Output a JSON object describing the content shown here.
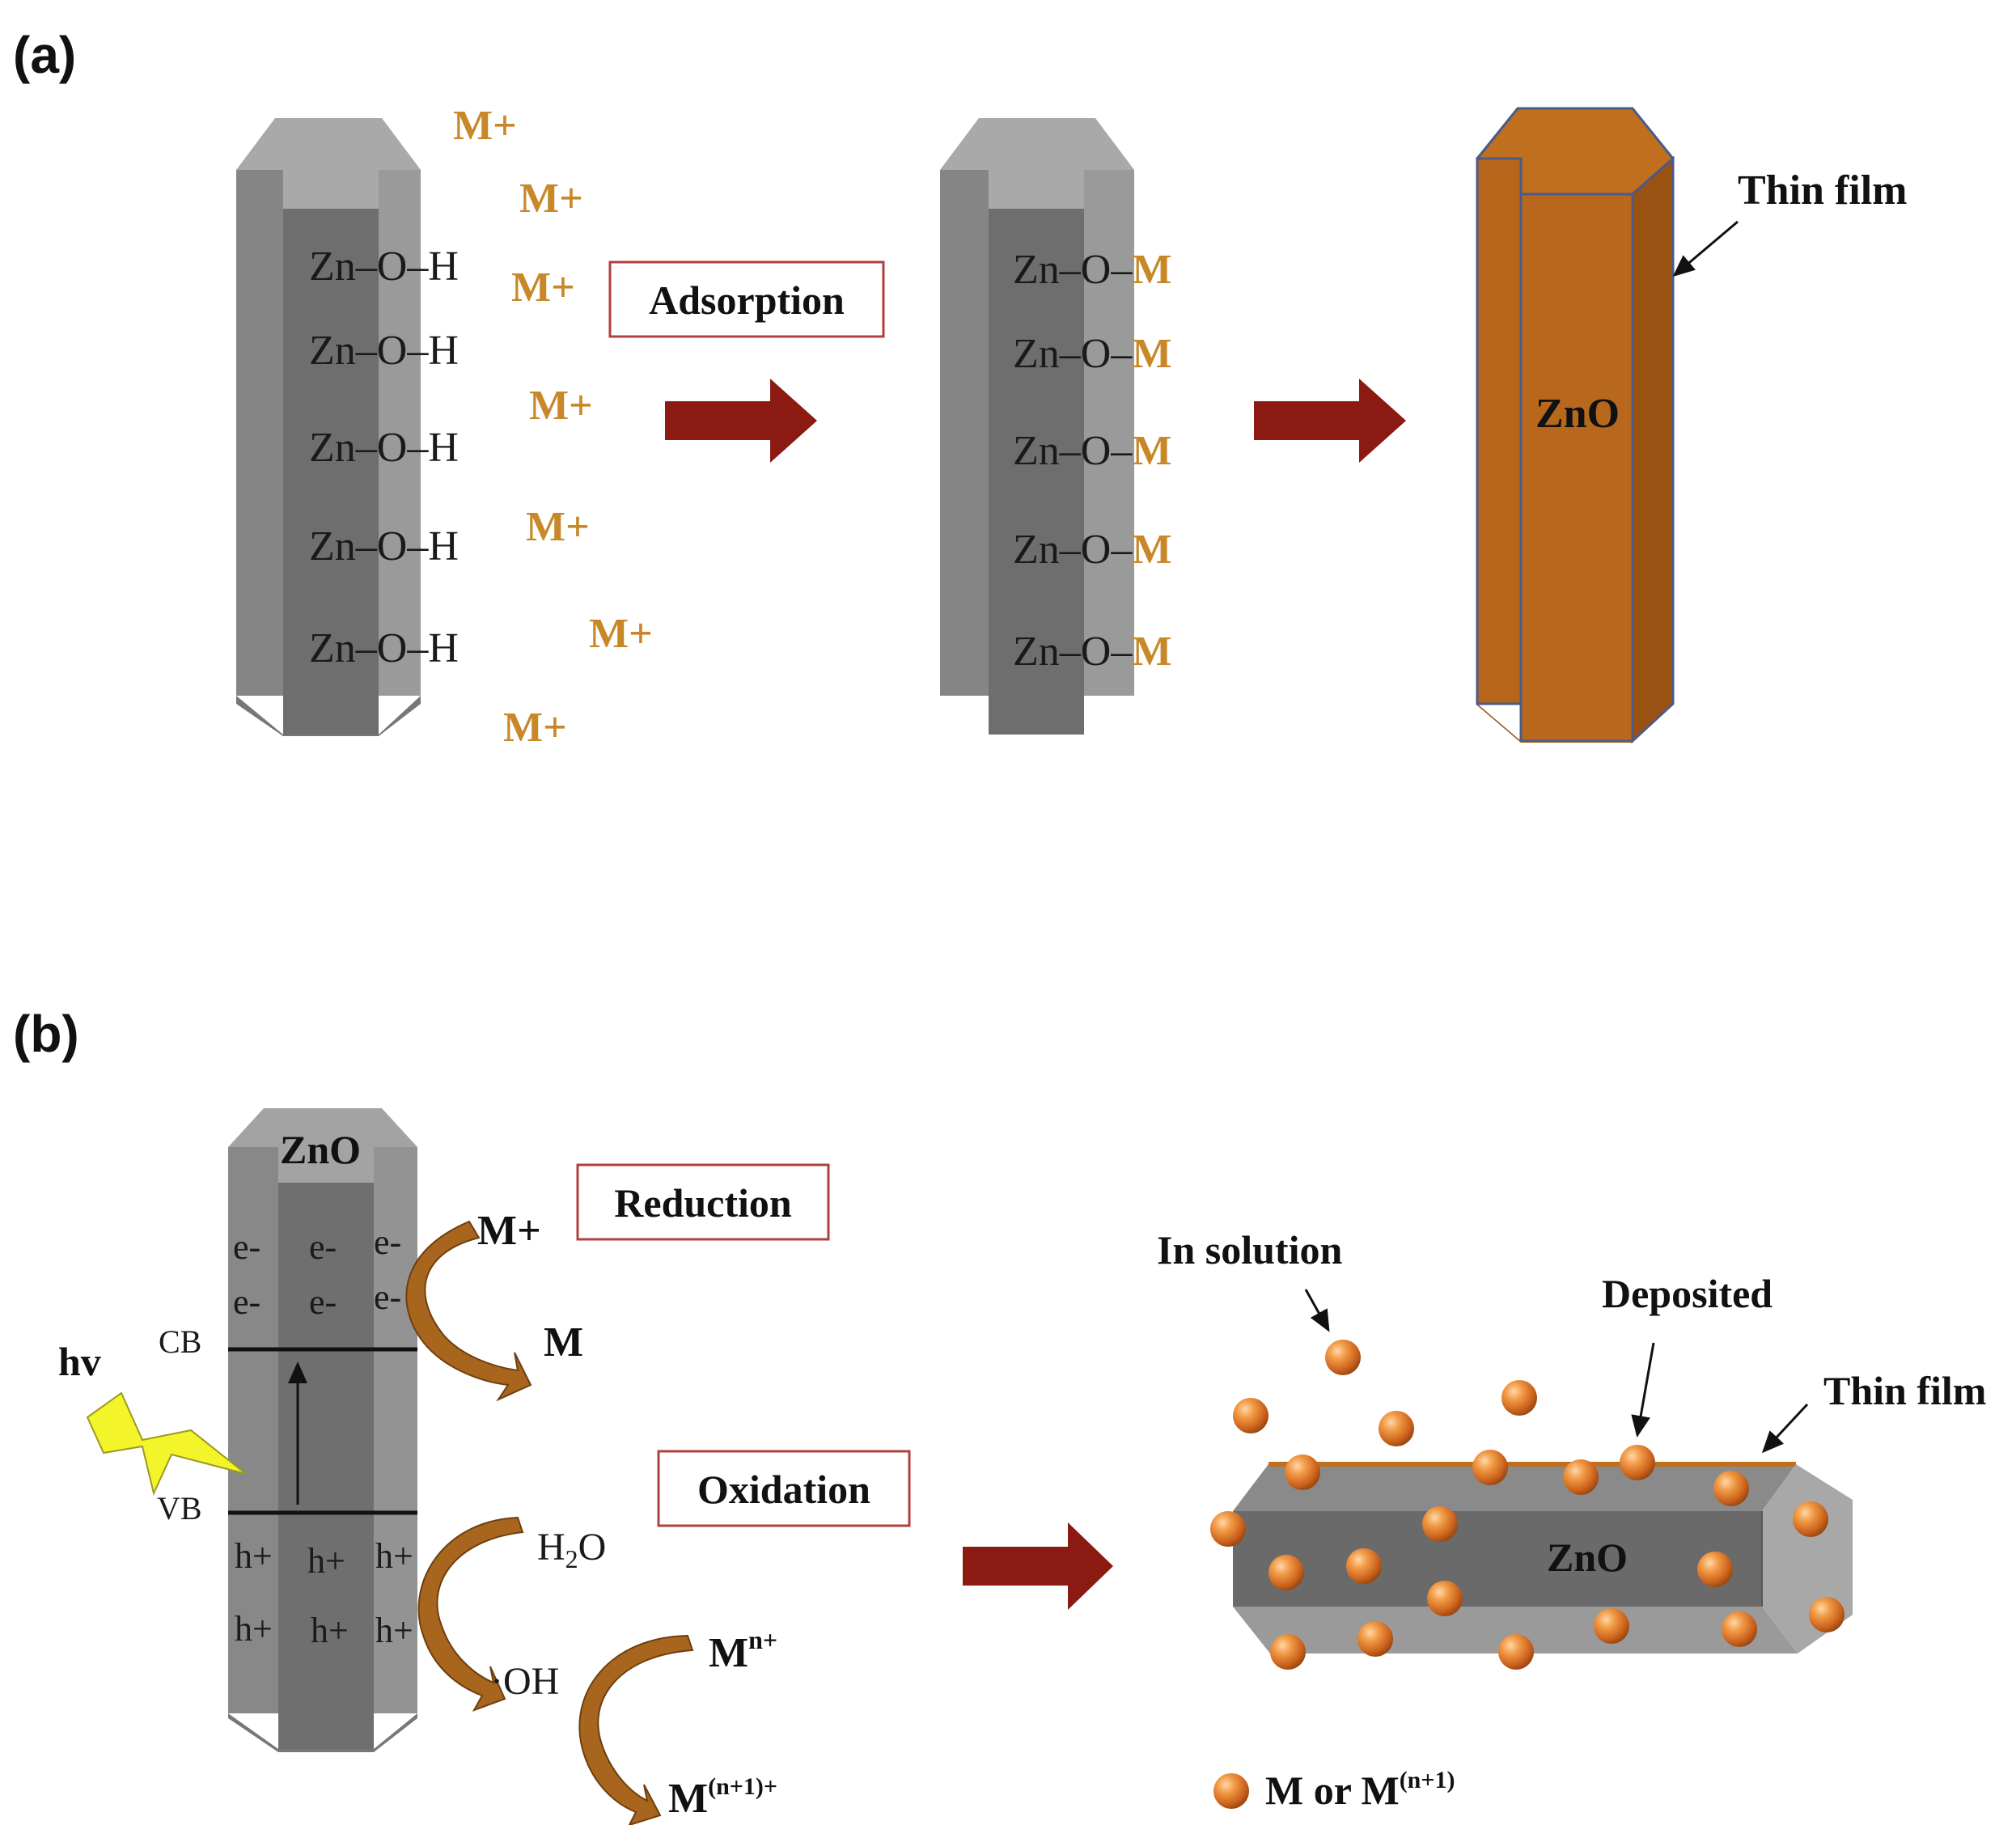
{
  "panel_a": {
    "label": "(a)",
    "ions": [
      "M+",
      "M+",
      "M+",
      "M+",
      "M+",
      "M+",
      "M+"
    ],
    "bond_prefix": "Zn–O–",
    "bond_h": "H",
    "bond_m": "M",
    "adsorption_label": "Adsorption",
    "zno_label": "ZnO",
    "thin_film_label": "Thin film"
  },
  "panel_b": {
    "label": "(b)",
    "zno_label": "ZnO",
    "electron": "e-",
    "hole": "h+",
    "cb_label": "CB",
    "vb_label": "VB",
    "hv_label": "hv",
    "reduction_label": "Reduction",
    "oxidation_label": "Oxidation",
    "m_plus": "M+",
    "m": "M",
    "h2o": "H2O",
    "oh": "·OH",
    "mn_plus": "Mn+",
    "m_n1_plus": "M(n+1)+",
    "in_solution_label": "In solution",
    "deposited_label": "Deposited",
    "thin_film_label": "Thin film",
    "rod_label": "ZnO",
    "legend_label": "M or M(n+1)"
  },
  "colors": {
    "ion_orange": "#c8882a",
    "film_orange": "#b8681c",
    "arrow_red": "#8b1a12",
    "curve_brown": "#a8651e",
    "rod_dark": "#6b6b6b",
    "rod_mid": "#7d7d7d",
    "rod_light": "#9a9a9a",
    "label_box_border": "#b04040",
    "lightning_yellow": "#f4f42a"
  }
}
